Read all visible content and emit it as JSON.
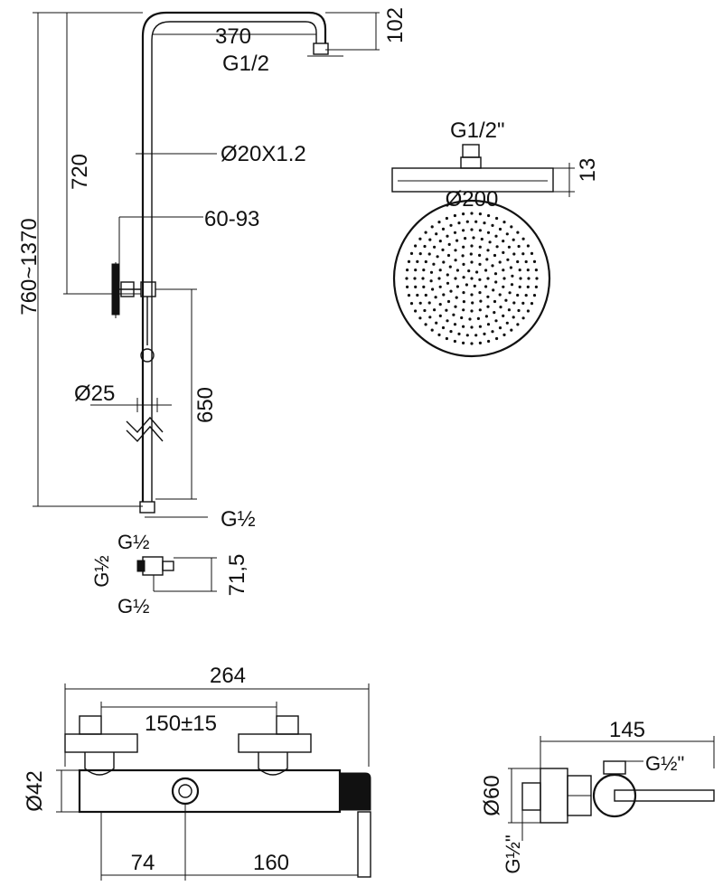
{
  "labels": {
    "overall_height": "760~1370",
    "riser_height": "720",
    "arm_drop": "102",
    "arm_length": "370",
    "arm_thread": "G1/2",
    "pipe_diameter": "Ø20X1.2",
    "slider_range": "60-93",
    "handshower_diameter": "Ø25",
    "lower_height": "650",
    "bottom_thread": "G½",
    "head_thread": "G1/2\"",
    "head_thickness": "13",
    "head_diameter": "Ø200",
    "outlet_thread_top": "G½",
    "outlet_thread_side": "G½",
    "outlet_thread_bottom": "G½",
    "outlet_depth": "71,5",
    "mixer_width": "264",
    "mixer_centers": "150±15",
    "mixer_body_diameter": "Ø42",
    "mixer_left_offset": "74",
    "mixer_right_offset": "160",
    "side_depth": "145",
    "side_thread": "G½\"",
    "side_diameter": "Ø60",
    "side_thread_vertical": "G½\""
  }
}
